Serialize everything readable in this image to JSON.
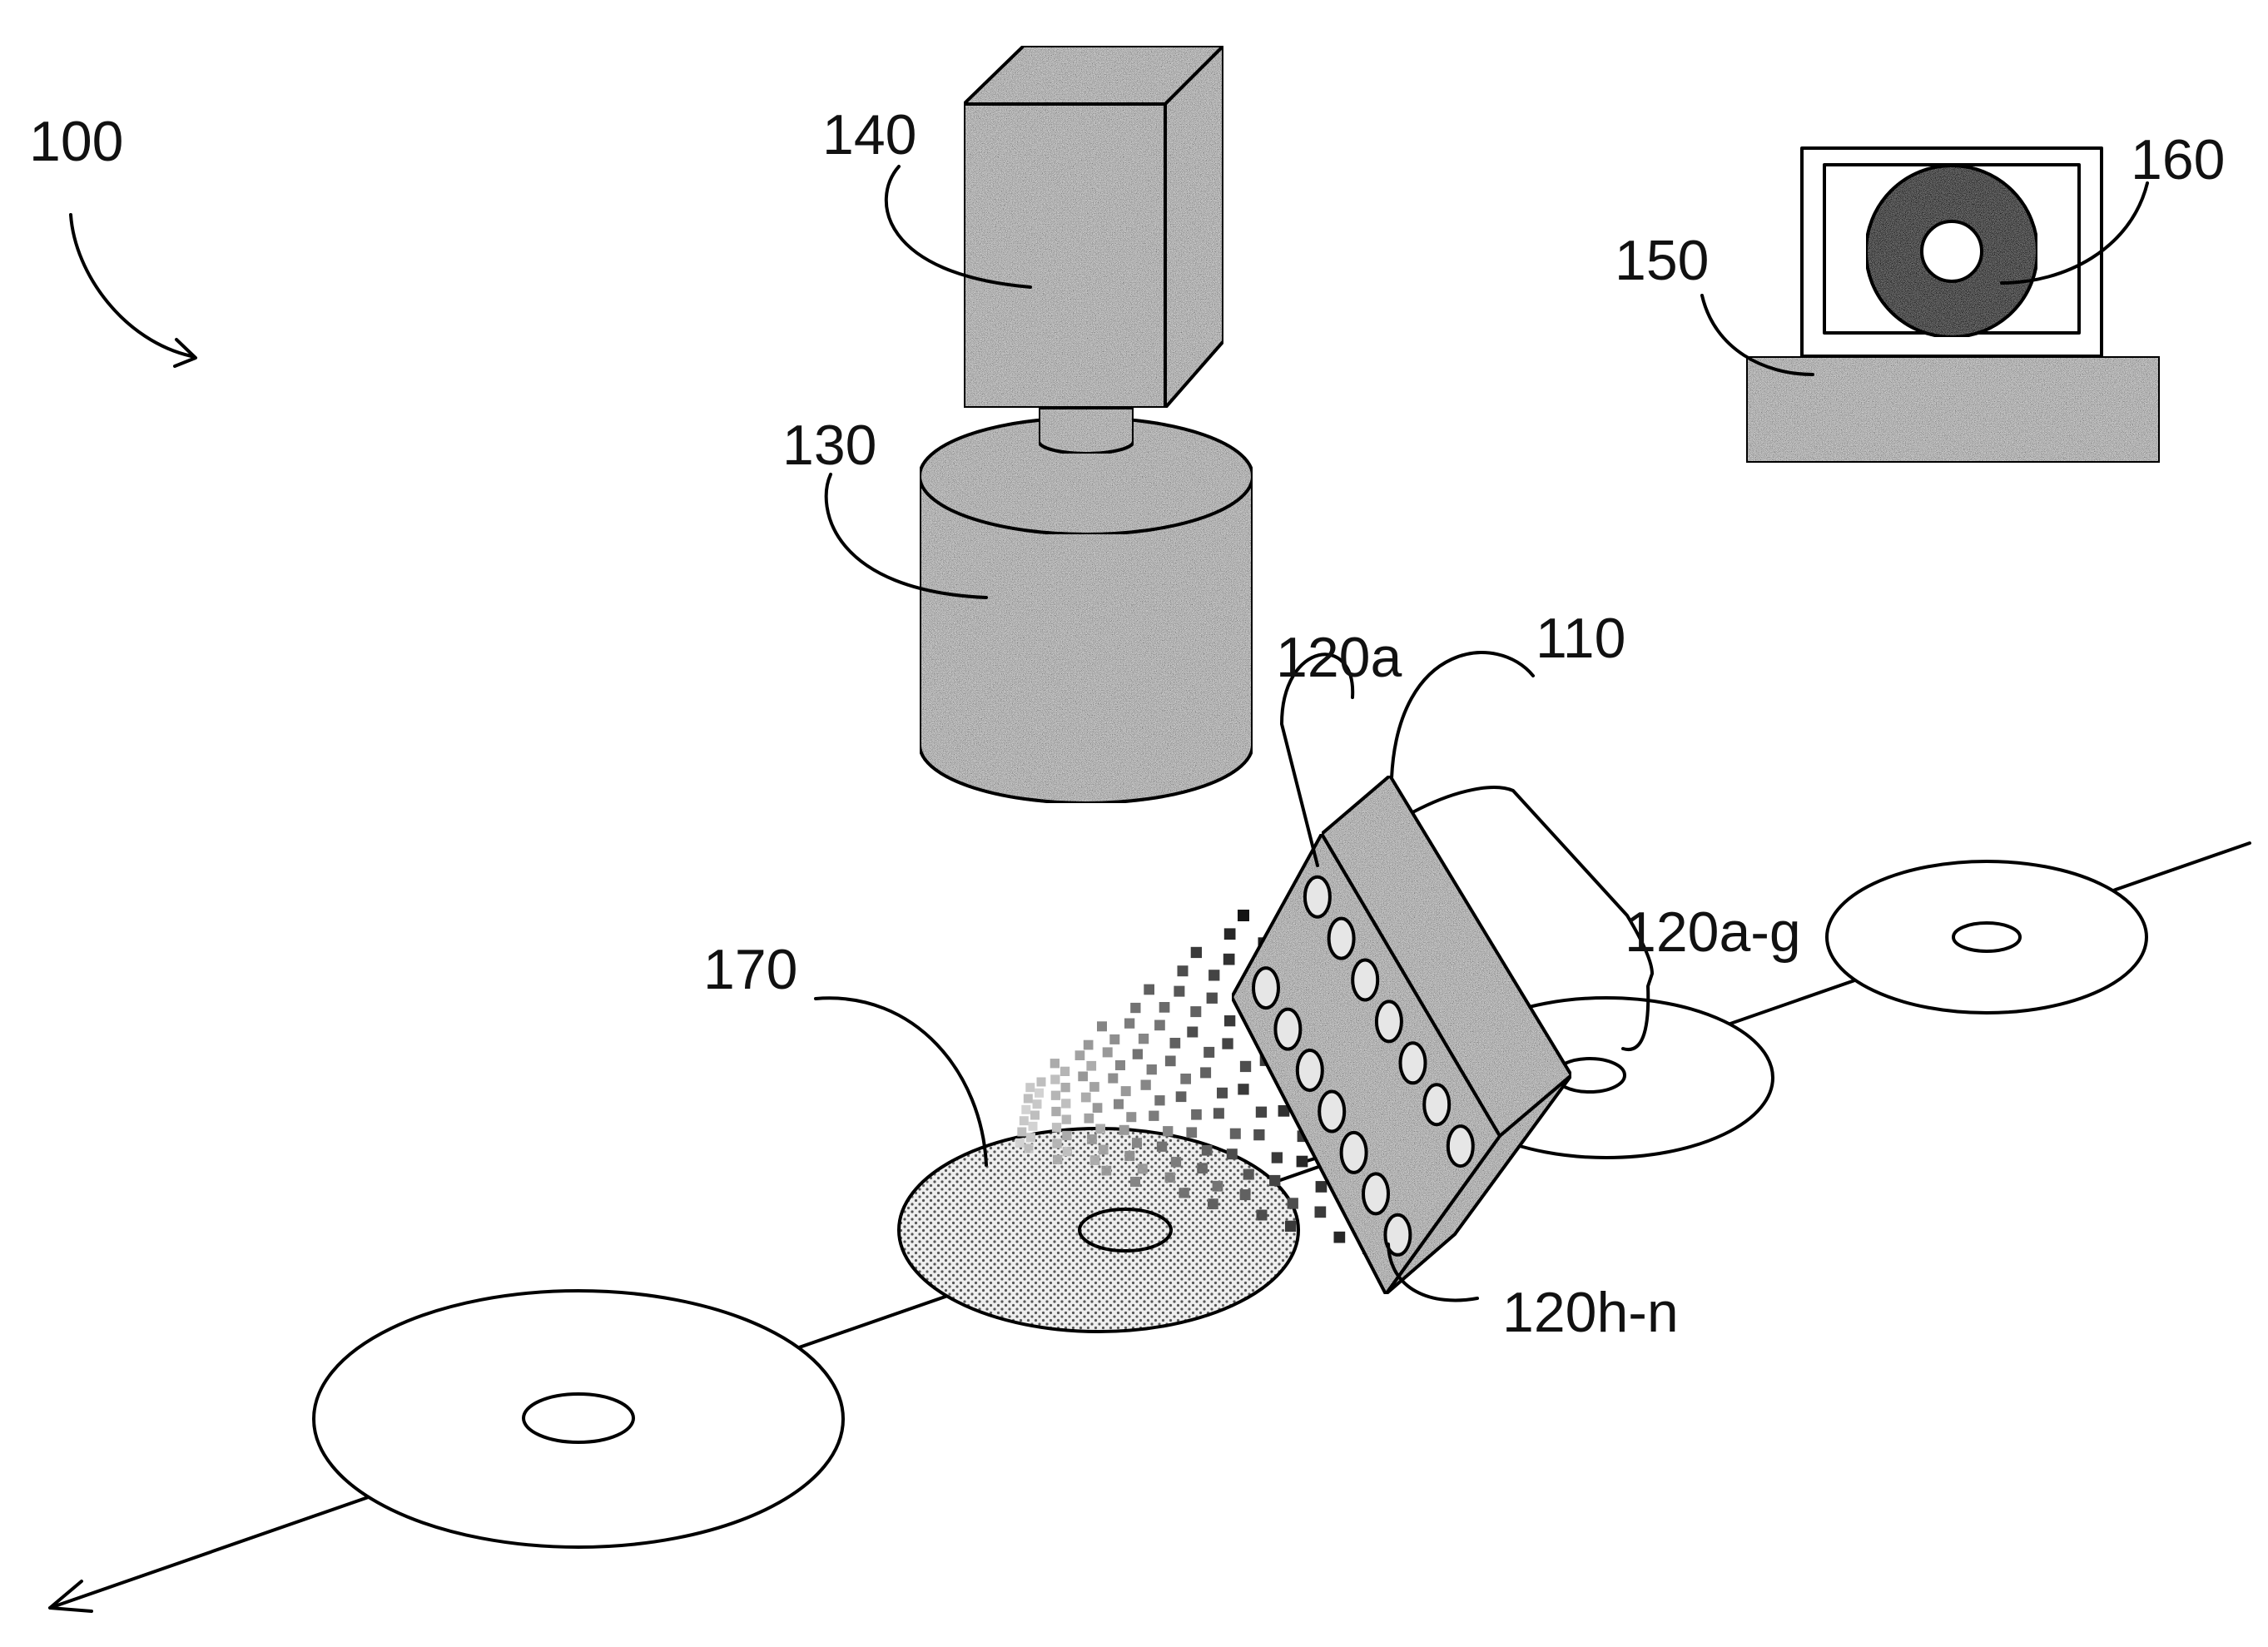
{
  "figure": {
    "labels": {
      "system": "100",
      "light_unit": "110",
      "light_source_a": "120a",
      "light_sources_a_g": "120a-g",
      "light_sources_h_n": "120h-n",
      "lens": "130",
      "camera": "140",
      "computer": "150",
      "disc_image": "160",
      "illuminated_disc": "170"
    }
  }
}
